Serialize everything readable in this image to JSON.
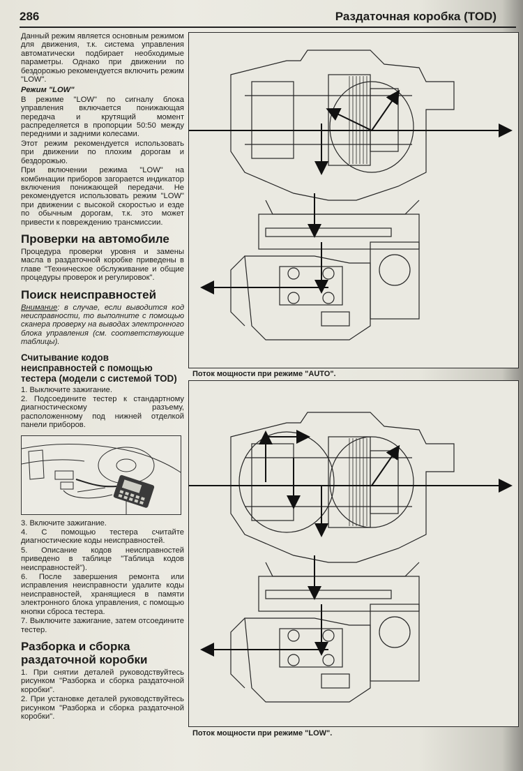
{
  "header": {
    "page_number": "286",
    "title": "Раздаточная коробка (TOD)"
  },
  "left_column": {
    "intro": "Данный режим является основным режимом для движения, т.к. система управления автоматически подбирает необходимые параметры. Однако при движении по бездорожью рекомендуется включить режим \"LOW\".",
    "low_mode_heading": "Режим \"LOW\"",
    "low_mode_p1": "В режиме \"LOW\" по сигналу блока управления включается понижающая передача и крутящий момент распределяется в пропорции 50:50 между передними и задними колесами.",
    "low_mode_p2": "Этот режим рекомендуется использовать при движении по плохим дорогам и бездорожью.",
    "low_mode_p3": "При включении режима \"LOW\" на комбинации приборов загорается индикатор включения понижающей передачи. Не рекомендуется использовать режим \"LOW\" при движении с высокой скоростью и езде по обычным дорогам, т.к. это может привести к повреждению трансмиссии.",
    "checks_heading": "Проверки на автомобиле",
    "checks_text": "Процедура проверки уровня и замены масла в раздаточной коробке приведены в главе \"Техническое обслуживание и общие процедуры проверок и регулировок\".",
    "troubleshoot_heading": "Поиск неисправностей",
    "warning_label": "Внимание",
    "warning_text": ": в случае, если выводится код неисправности, то выполните с помощью сканера проверку на выводах электронного блока управления (см. соответствующие таблицы).",
    "codes_heading": "Считывание кодов неисправностей с помощью тестера (модели с системой TOD)",
    "step1": "1. Выключите зажигание.",
    "step2": "2. Подсоедините тестер к стандартному диагностическому разъему, расположенному под нижней отделкой панели приборов.",
    "step3": "3. Включите зажигание.",
    "step4": "4. С помощью тестера считайте диагностические коды неисправностей.",
    "step5": "5. Описание кодов неисправностей приведено в таблице \"Таблица кодов неисправностей\").",
    "step6": "6. После завершения ремонта или исправления неисправности удалите коды неисправностей, хранящиеся в памяти электронного блока управления, с помощью кнопки сброса тестера.",
    "step7": "7. Выключите зажигание, затем отсоедините тестер.",
    "disassembly_heading": "Разборка и сборка раздаточной коробки",
    "dstep1": "1. При снятии деталей руководствуйтесь рисунком \"Разборка и сборка раздаточной коробки\".",
    "dstep2": "2. При установке деталей руководствуйтесь рисунком \"Разборка и сборка раздаточной коробки\"."
  },
  "figures": {
    "auto_caption": "Поток мощности при режиме \"AUTO\".",
    "low_caption": "Поток мощности при режиме \"LOW\"."
  },
  "colors": {
    "ink": "#1d1d1b",
    "paper": "#eae9e1"
  }
}
